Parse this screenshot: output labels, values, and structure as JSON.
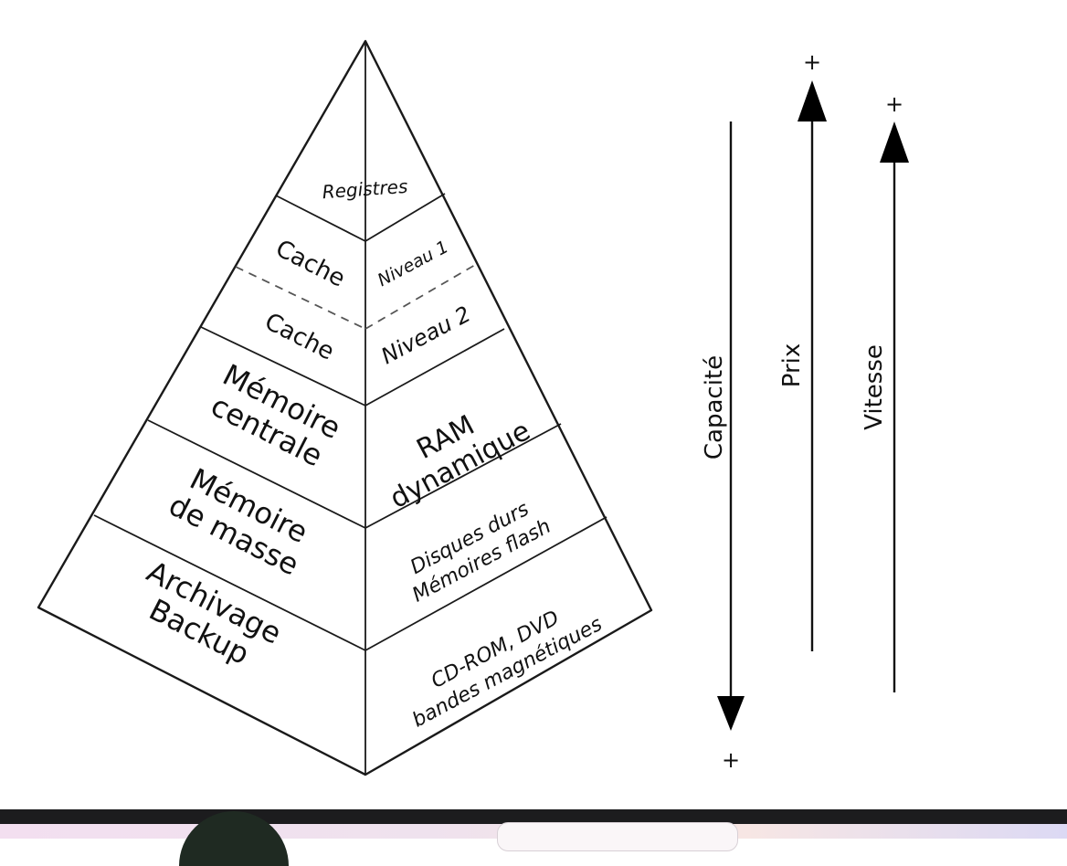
{
  "pyramid": {
    "left_labels": {
      "cache_l1": "Cache",
      "cache_l2": "Cache",
      "main_memory": [
        "Mémoire",
        "centrale"
      ],
      "mass_storage": [
        "Mémoire",
        "de masse"
      ],
      "archive": [
        "Archivage",
        "Backup"
      ]
    },
    "right_labels": {
      "registers": "Registres",
      "level1": "Niveau 1",
      "level2": "Niveau 2",
      "dram": [
        "RAM",
        "dynamique"
      ],
      "disks": [
        "Disques durs",
        "Mémoires flash"
      ],
      "optical": [
        "CD-ROM, DVD",
        "bandes magnétiques"
      ]
    }
  },
  "axes": {
    "capacity": {
      "label": "Capacité",
      "direction": "down",
      "sign": "+"
    },
    "price": {
      "label": "Prix",
      "direction": "up",
      "sign": "+"
    },
    "speed": {
      "label": "Vitesse",
      "direction": "up",
      "sign": "+"
    }
  },
  "colors": {
    "stroke": "#1a1a1a",
    "background": "#ffffff"
  }
}
